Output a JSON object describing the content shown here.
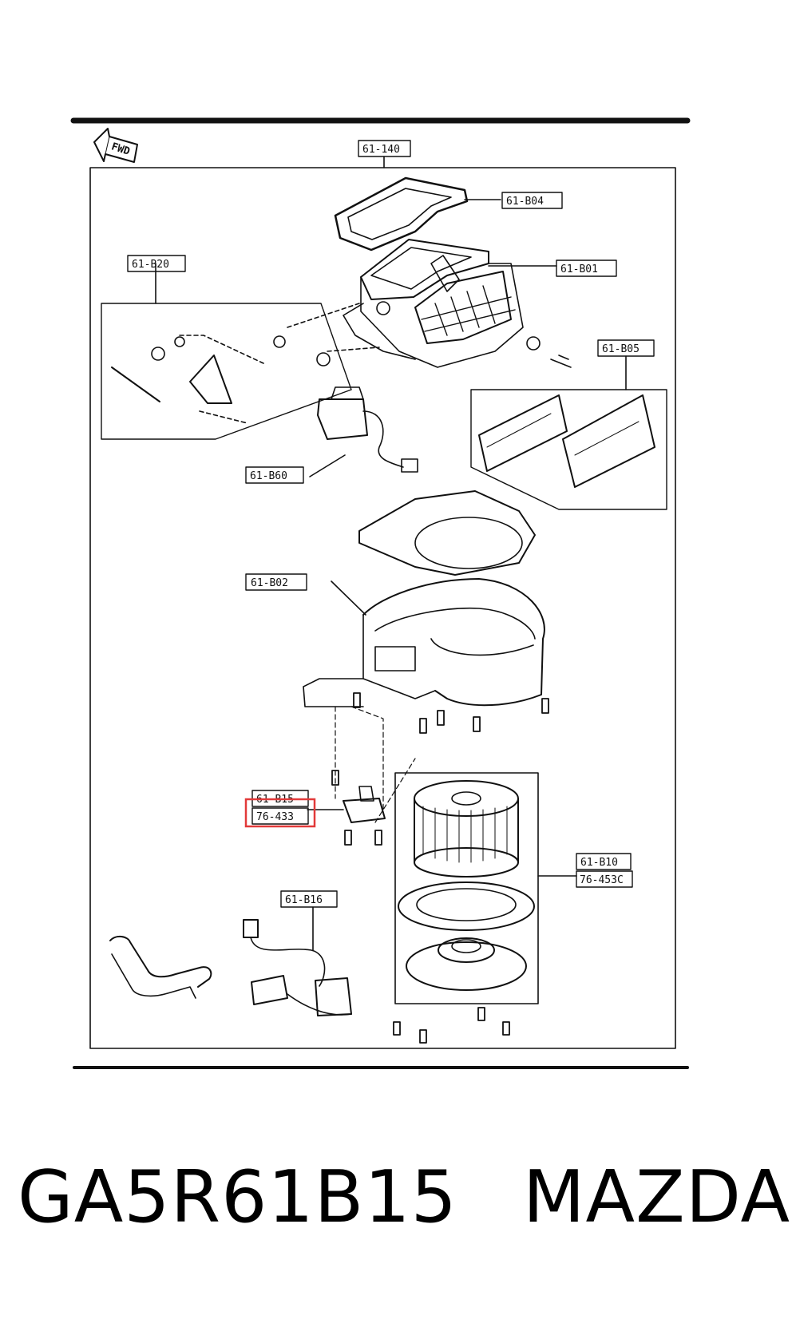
{
  "diagram": {
    "direction_label": "FWD",
    "callouts": {
      "assembly": "61-140",
      "b04": "61-B04",
      "b01": "61-B01",
      "b20": "61-B20",
      "b05": "61-B05",
      "b60": "61-B60",
      "b02": "61-B02",
      "b15": "61-B15",
      "r433": "76-433",
      "b10": "61-B10",
      "r453c": "76-453C",
      "b16": "61-B16"
    },
    "highlighted_callout": "76-433",
    "highlight_color": "#e23a3a"
  },
  "caption": {
    "part_number": "GA5R61B15",
    "brand": "MAZDA"
  }
}
